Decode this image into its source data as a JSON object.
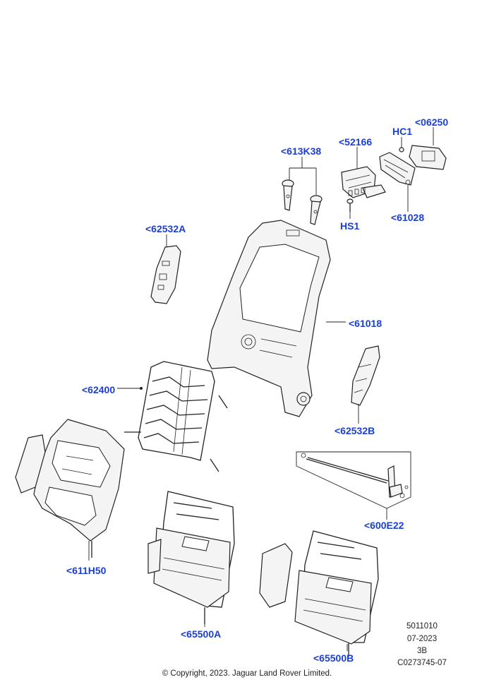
{
  "callouts": {
    "p06250": "<06250",
    "hc1": "HC1",
    "p52166": "<52166",
    "p613k38": "<613K38",
    "hs1": "HS1",
    "p61028": "<61028",
    "p62532a": "<62532A",
    "p61018": "<61018",
    "p62400": "<62400",
    "p62532b": "<62532B",
    "p611h50": "<611H50",
    "p600e22": "<600E22",
    "p65500a": "<65500A",
    "p65500b": "<65500B"
  },
  "info": {
    "code1": "5011010",
    "date": "07-2023",
    "ref": "3B",
    "image_id": "C0273745-07"
  },
  "copyright": "© Copyright, 2023. Jaguar Land Rover Limited."
}
